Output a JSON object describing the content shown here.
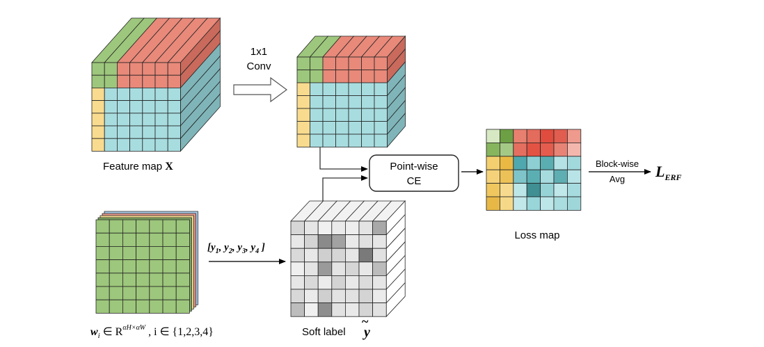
{
  "labels": {
    "feature_map": "Feature map ",
    "feature_map_symbol": "X",
    "conv_line1": "1x1",
    "conv_line2": "Conv",
    "pointwise_line1": "Point-wise",
    "pointwise_line2": "CE",
    "loss_map": "Loss map",
    "blockwise_line1": "Block-wise",
    "blockwise_line2": "Avg",
    "l_erf_main": "L",
    "l_erf_sub": "ERF",
    "soft_label": "Soft label ",
    "soft_label_symbol": "y",
    "soft_label_tilde": "~",
    "y_vector": "[y",
    "y_vector_sub1": "1",
    "y_vector_sep1": ", y",
    "y_vector_sub2": "2",
    "y_vector_sep2": ", y",
    "y_vector_sub3": "3",
    "y_vector_sep3": ", y",
    "y_vector_sub4": "4",
    "y_vector_end": " ]",
    "w_main": "w",
    "w_sub": "i",
    "w_in": " ∈ R",
    "w_sup": "αH×αW",
    "w_cond": " , i ∈ {1,2,3,4}"
  },
  "colors": {
    "green": "#9dc77c",
    "red": "#e8897a",
    "cyan": "#a8dde0",
    "yellow": "#f8db8e",
    "green_side": "#7fa863",
    "red_side": "#c96a5c",
    "cyan_side": "#7fb5b9",
    "yellow_bar": "#f0d98e",
    "blue_bar": "#a9cce8",
    "red_bar": "#e89a8e",
    "gray_top": "#f2f2f2"
  },
  "grids": {
    "feature_map": [
      "GGRRRRR",
      "GGRRRRR",
      "YCCCCCC",
      "YCCCCCC",
      "YCCCCCC",
      "YCCCCCC",
      "YCCCCCC"
    ],
    "conv_map": [
      "GGRRRRR",
      "GGRRRRR",
      "YCCCCCC",
      "YCCCCCC",
      "YCCCCCC",
      "YCCCCCC",
      "YCCCCCC"
    ],
    "weights": [
      "GGGGGGG",
      "GGGGGGG",
      "GGGGGGG",
      "GGGGGGG",
      "GGGGGGG",
      "GGGGGGG",
      "GGGGGGG"
    ],
    "soft_label": [
      [
        "#d7d7d7",
        "#e6e6e6",
        "#f0f0f0",
        "#eaeaea",
        "#eeeeee",
        "#e4e4e4",
        "#a9a9a9"
      ],
      [
        "#e8e8e8",
        "#d4d4d4",
        "#8a8a8a",
        "#a2a2a2",
        "#eaeaea",
        "#e0e0e0",
        "#e6e6e6"
      ],
      [
        "#d9d9d9",
        "#e8e8e8",
        "#cfcfcf",
        "#d6d6d6",
        "#e6e6e6",
        "#7a7a7a",
        "#e1e1e1"
      ],
      [
        "#efefef",
        "#e4e4e4",
        "#9a9a9a",
        "#e4e4e4",
        "#d6d6d6",
        "#e8e8e8",
        "#bcbcbc"
      ],
      [
        "#e6e6e6",
        "#d9d9d9",
        "#ececec",
        "#d3d3d3",
        "#e9e9e9",
        "#dcdcdc",
        "#e6e6e6"
      ],
      [
        "#d8d8d8",
        "#ebebeb",
        "#cfcfcf",
        "#e3e3e3",
        "#e2e2e2",
        "#d4d4d4",
        "#ebebeb"
      ],
      [
        "#bdbdbd",
        "#f0f0f0",
        "#8e8e8e",
        "#e2e2e2",
        "#e9e9e9",
        "#d5d5d5",
        "#e2e2e2"
      ]
    ],
    "loss_map": [
      [
        "#d7e9c2",
        "#6d9f45",
        "#e88070",
        "#e36c5d",
        "#e04c3e",
        "#e05d4f",
        "#ee9a8d"
      ],
      [
        "#86b55e",
        "#a4c986",
        "#e46f60",
        "#e35344",
        "#e45c4d",
        "#e88476",
        "#f3b7ae"
      ],
      [
        "#f3cf6f",
        "#e9b944",
        "#4fa8ad",
        "#8dcfd3",
        "#5aaeb2",
        "#b4e2e5",
        "#a2d9dd"
      ],
      [
        "#f5d27a",
        "#ecc157",
        "#7ec4c8",
        "#5bafb3",
        "#a7dcdf",
        "#5faeb2",
        "#b9e4e7"
      ],
      [
        "#f0c75e",
        "#f7da8e",
        "#bde6e8",
        "#3f8f93",
        "#96d3d7",
        "#c0e7ea",
        "#a6dbdf"
      ],
      [
        "#e8b847",
        "#f6d988",
        "#c3e8ea",
        "#98d6d9",
        "#bde6e9",
        "#a9dde0",
        "#9fd6da"
      ]
    ]
  }
}
